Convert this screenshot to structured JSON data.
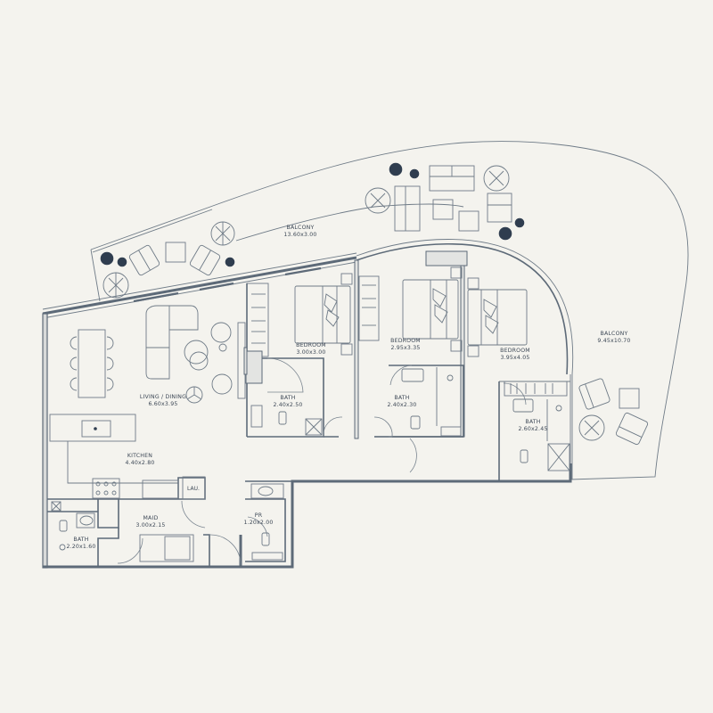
{
  "colors": {
    "background": "#f4f3ee",
    "wall": "#5d6a78",
    "line": "#6f7b87",
    "text": "#3d4856",
    "plant_dark": "#2f3d4f",
    "fill_grey": "#e3e4e2"
  },
  "rooms": {
    "balcony_main": {
      "name": "BALCONY",
      "size": "13.60x3.00"
    },
    "balcony_side": {
      "name": "BALCONY",
      "size": "9.45x10.70"
    },
    "living_dining": {
      "name": "LIVING / DINING",
      "size": "6.60x3.95"
    },
    "bedroom_1": {
      "name": "BEDROOM",
      "size": "3.00x3.00"
    },
    "bedroom_2": {
      "name": "BEDROOM",
      "size": "2.95x3.35"
    },
    "bedroom_3": {
      "name": "BEDROOM",
      "size": "3.95x4.05"
    },
    "bath_1": {
      "name": "BATH",
      "size": "2.40x2.50"
    },
    "bath_2": {
      "name": "BATH",
      "size": "2.40x2.30"
    },
    "bath_3": {
      "name": "BATH",
      "size": "2.60x2.45"
    },
    "kitchen": {
      "name": "KITCHEN",
      "size": "4.40x2.80"
    },
    "laundry": {
      "name": "LAU."
    },
    "maid": {
      "name": "MAID",
      "size": "3.00x2.15"
    },
    "maid_bath": {
      "name": "BATH",
      "size": "2.20x1.60"
    },
    "powder_room": {
      "name": "PR",
      "size": "1.20x2.00"
    }
  }
}
